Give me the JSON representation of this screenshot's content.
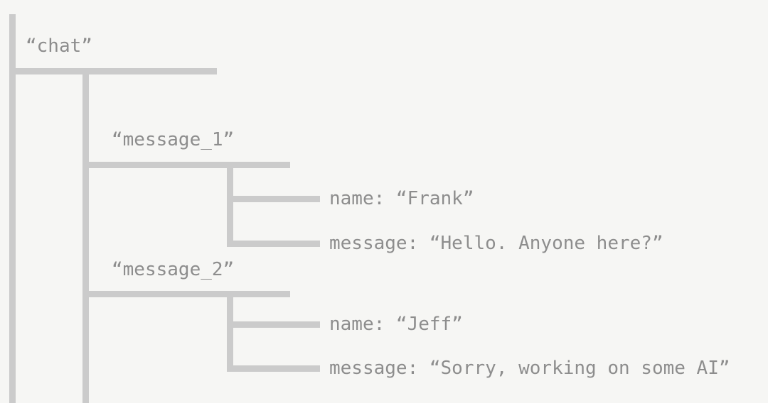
{
  "diagram": {
    "root": {
      "label": "“chat”"
    },
    "nodes": [
      {
        "label": "“message_1”",
        "fields": [
          {
            "text": "name: “Frank”"
          },
          {
            "text": "message: “Hello. Anyone here?”"
          }
        ]
      },
      {
        "label": "“message_2”",
        "fields": [
          {
            "text": "name: “Jeff”"
          },
          {
            "text": "message: “Sorry, working on some AI”"
          }
        ]
      }
    ]
  },
  "colors": {
    "background": "#f6f6f4",
    "line": "#cbcbcb",
    "text": "#8d8d8d"
  }
}
